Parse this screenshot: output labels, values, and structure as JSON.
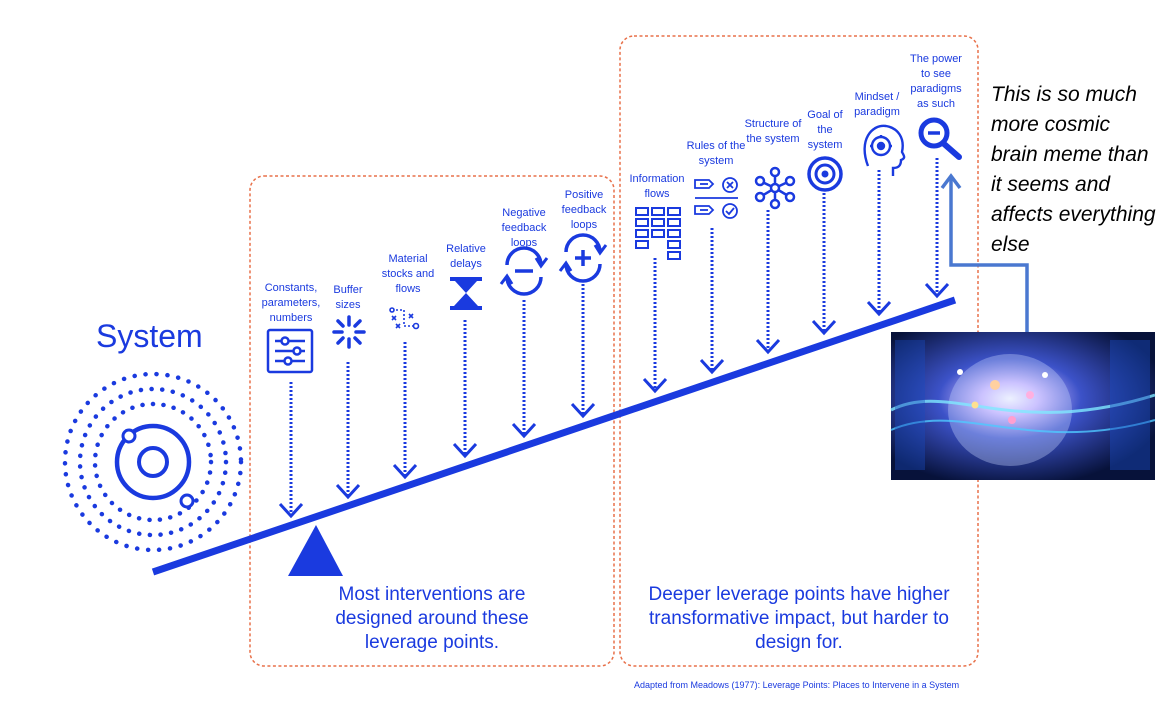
{
  "system_label": "System",
  "leverage_points": [
    {
      "label": "Constants, parameters, numbers",
      "icon": "sliders-icon"
    },
    {
      "label": "Buffer sizes",
      "icon": "burst-icon"
    },
    {
      "label": "Material stocks and flows",
      "icon": "path-icon"
    },
    {
      "label": "Relative delays",
      "icon": "hourglass-icon"
    },
    {
      "label": "Negative feedback loops",
      "icon": "negative-loop-icon"
    },
    {
      "label": "Positive feedback loops",
      "icon": "positive-loop-icon"
    },
    {
      "label": "Information flows",
      "icon": "grid-icon"
    },
    {
      "label": "Rules of the system",
      "icon": "rules-icon"
    },
    {
      "label": "Structure of the system",
      "icon": "network-icon"
    },
    {
      "label": "Goal of the system",
      "icon": "target-icon"
    },
    {
      "label": "Mindset / paradigm",
      "icon": "head-icon"
    },
    {
      "label": "The power to see paradigms as such",
      "icon": "magnifier-icon"
    }
  ],
  "captions": {
    "left": "Most interventions are designed around these leverage points.",
    "right": "Deeper leverage points have higher transformative impact, but harder to design for."
  },
  "source": "Adapted from Meadows (1977): Leverage Points: Places to Intervene in a System",
  "annotation": "This is so much more cosmic brain meme than it seems and affects everything else",
  "colors": {
    "primary": "#1a3adf",
    "dashed_box": "#e8714a",
    "connector": "#4a78d0"
  }
}
